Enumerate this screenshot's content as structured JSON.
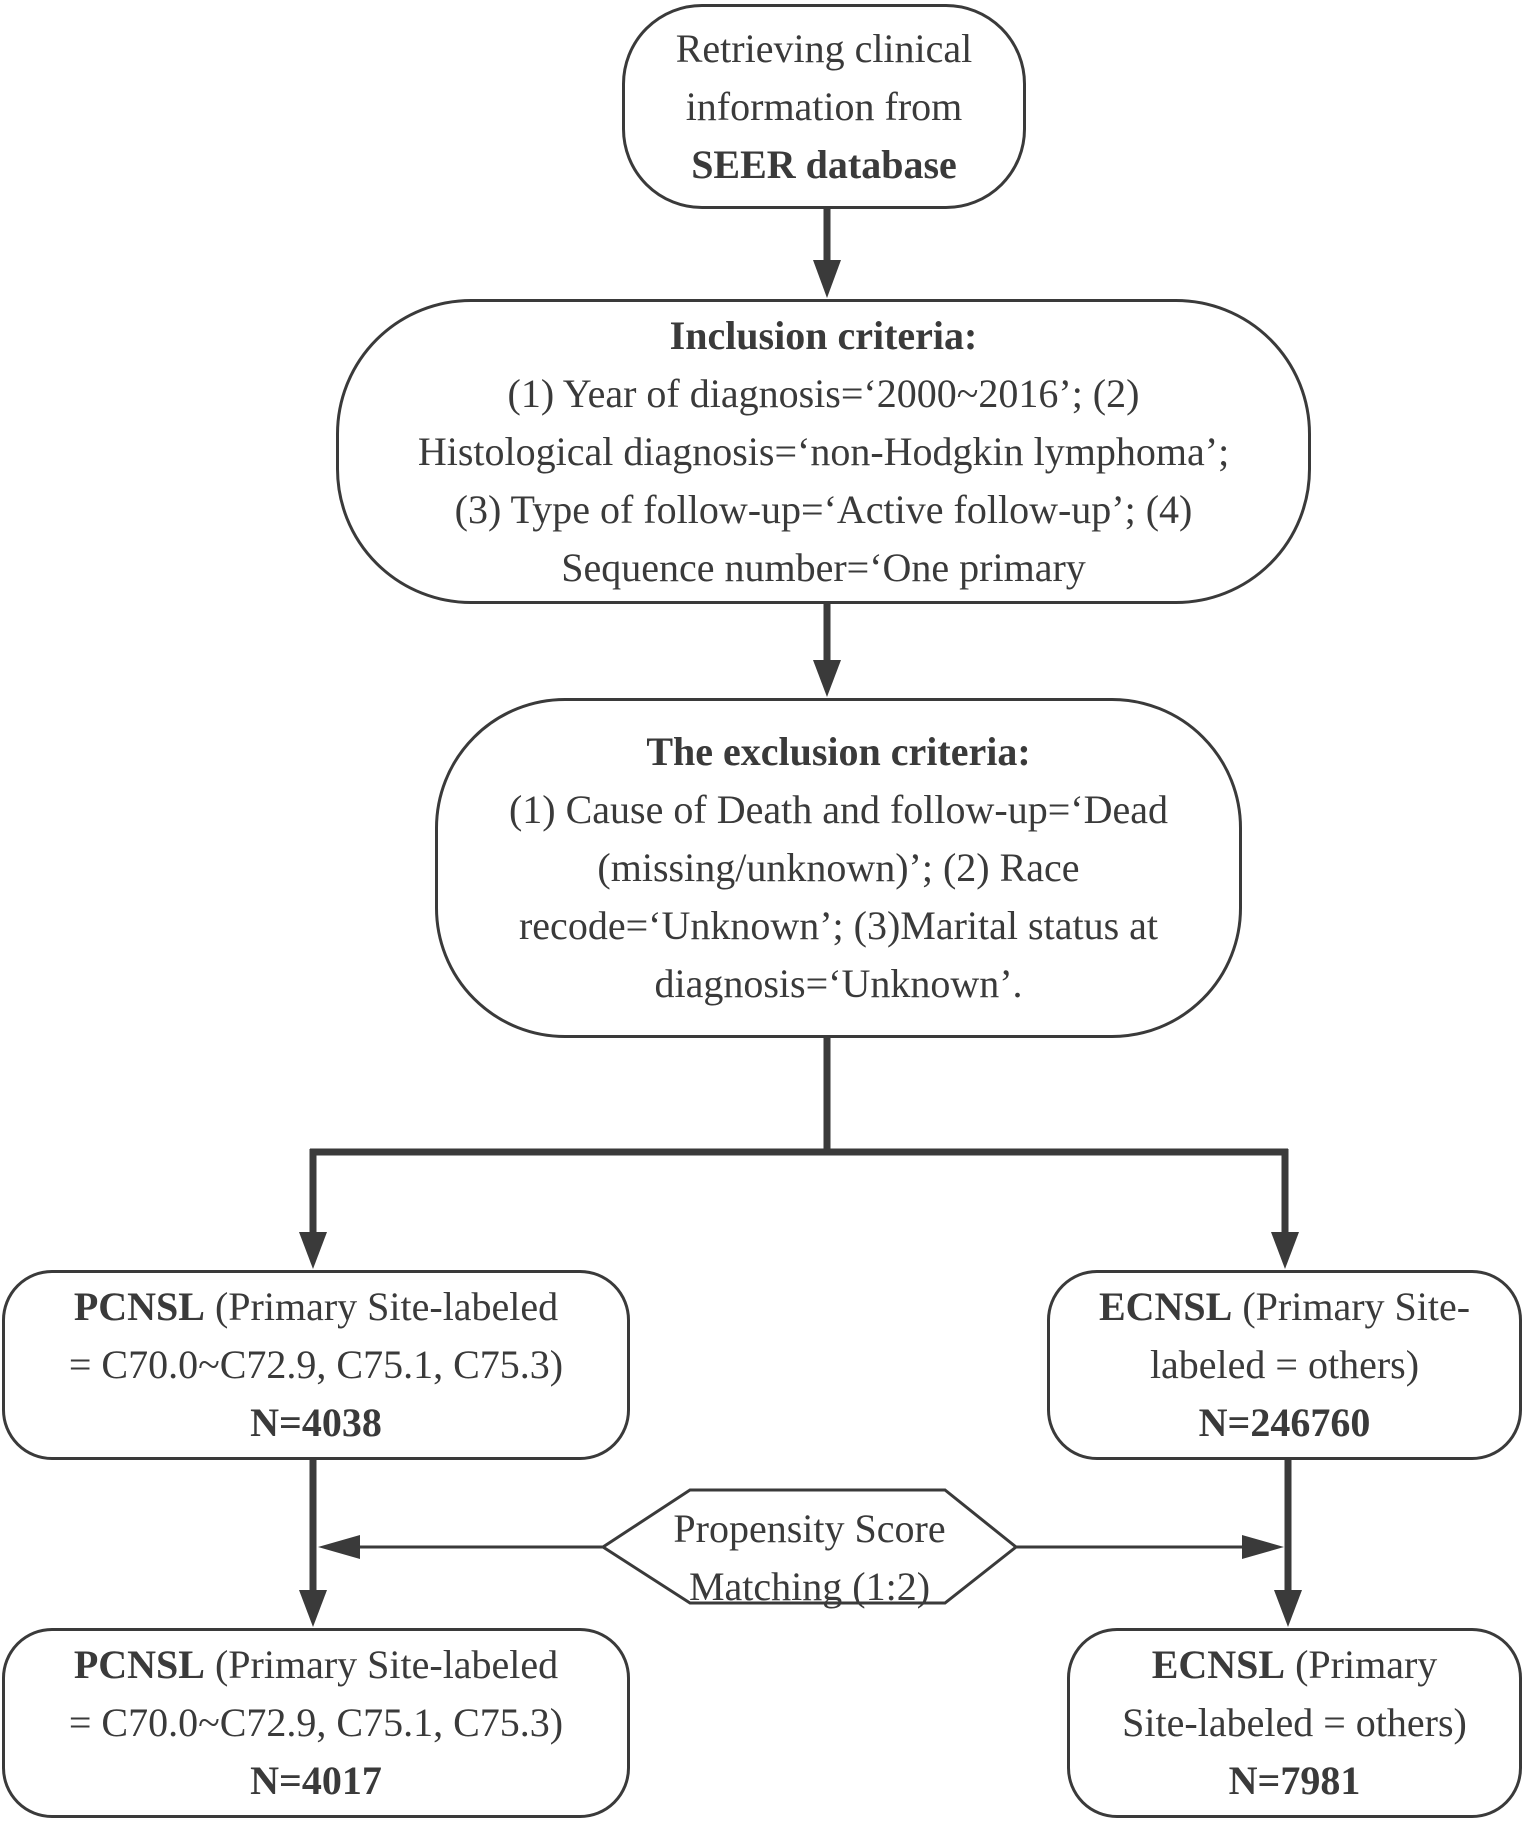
{
  "start": {
    "line1": "Retrieving clinical",
    "line2": "information from",
    "line3_bold": "SEER database"
  },
  "inclusion": {
    "heading": "Inclusion criteria:",
    "line1": "(1) Year of diagnosis=‘2000~2016’; (2)",
    "line2": "Histological diagnosis=‘non-Hodgkin lymphoma’;",
    "line3": "(3) Type of follow-up=‘Active follow-up’; (4)",
    "line4": "Sequence number=‘One primary"
  },
  "exclusion": {
    "heading": "The exclusion criteria:",
    "line1": "(1) Cause of Death and follow-up=‘Dead",
    "line2": "(missing/unknown)’; (2) Race",
    "line3": "recode=‘Unknown’; (3)Marital status at",
    "line4": "diagnosis=‘Unknown’."
  },
  "pcnsl_before": {
    "name": "PCNSL",
    "desc1": " (Primary Site-labeled",
    "desc2": "= C70.0~C72.9, C75.1, C75.3)",
    "count": "N=4038"
  },
  "ecnsl_before": {
    "name": "ECNSL",
    "desc1": " (Primary Site-",
    "desc2": "labeled = others)",
    "count": "N=246760"
  },
  "psm": {
    "line1": "Propensity Score",
    "line2": "Matching (1:2)"
  },
  "pcnsl_after": {
    "name": "PCNSL",
    "desc1": " (Primary Site-labeled",
    "desc2": "= C70.0~C72.9, C75.1, C75.3)",
    "count": "N=4017"
  },
  "ecnsl_after": {
    "name": "ECNSL",
    "desc1": " (Primary",
    "desc2": "Site-labeled = others)",
    "count": "N=7981"
  },
  "colors": {
    "stroke": "#3a3a3a",
    "text": "#3a3a3a",
    "background": "#ffffff"
  }
}
